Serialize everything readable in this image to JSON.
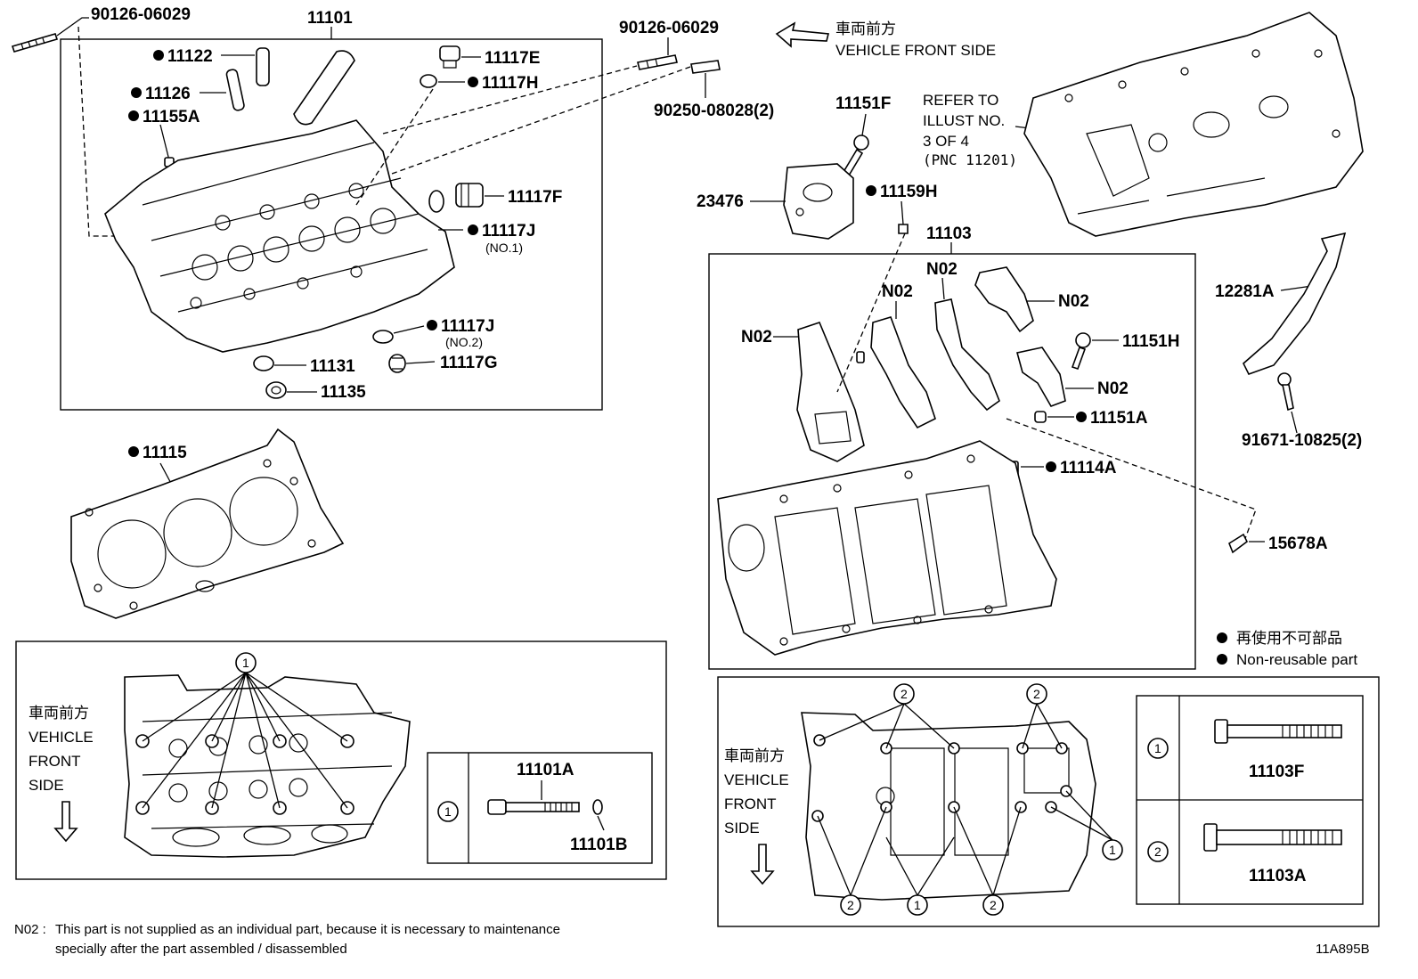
{
  "direction": {
    "top_jp": "車両前方",
    "top_en": "VEHICLE FRONT SIDE",
    "left_jp": "車両前方",
    "left_en": [
      "VEHICLE",
      "FRONT",
      "SIDE"
    ]
  },
  "refer_note": [
    "REFER TO",
    "ILLUST NO.",
    "3 OF 4",
    "(PNC 11201)"
  ],
  "labels": {
    "p90126_left": "90126-06029",
    "p90126_right": "90126-06029",
    "p11101": "11101",
    "p11122": "11122",
    "p11126": "11126",
    "p11155A": "11155A",
    "p11117E": "11117E",
    "p11117H": "11117H",
    "p90250": "90250-08028(2)",
    "p11117F": "11117F",
    "p11117J1": "11117J",
    "p11117J1_sub": "(NO.1)",
    "p11117J2": "11117J",
    "p11117J2_sub": "(NO.2)",
    "p11131": "11131",
    "p11117G": "11117G",
    "p11135": "11135",
    "p11115": "11115",
    "p11151F": "11151F",
    "p23476": "23476",
    "p11159H": "11159H",
    "p11103": "11103",
    "n02_1": "N02",
    "n02_2": "N02",
    "n02_3": "N02",
    "n02_4": "N02",
    "n02_5": "N02",
    "p11151H": "11151H",
    "p11151A": "11151A",
    "p11114A": "11114A",
    "p12281A": "12281A",
    "p91671": "91671-10825(2)",
    "p15678A": "15678A",
    "p11101A": "11101A",
    "p11101B": "11101B",
    "p11103F": "11103F",
    "p11103A": "11103A",
    "circ1": "1",
    "circ2": "2"
  },
  "legend": {
    "jp": "再使用不可部品",
    "en": "Non-reusable part"
  },
  "footnote": {
    "prefix": "N02 :",
    "line1": "This part is not supplied as an individual part, because it is necessary to maintenance",
    "line2": "specially after the part assembled / disassembled"
  },
  "figure_id": "11A895B"
}
